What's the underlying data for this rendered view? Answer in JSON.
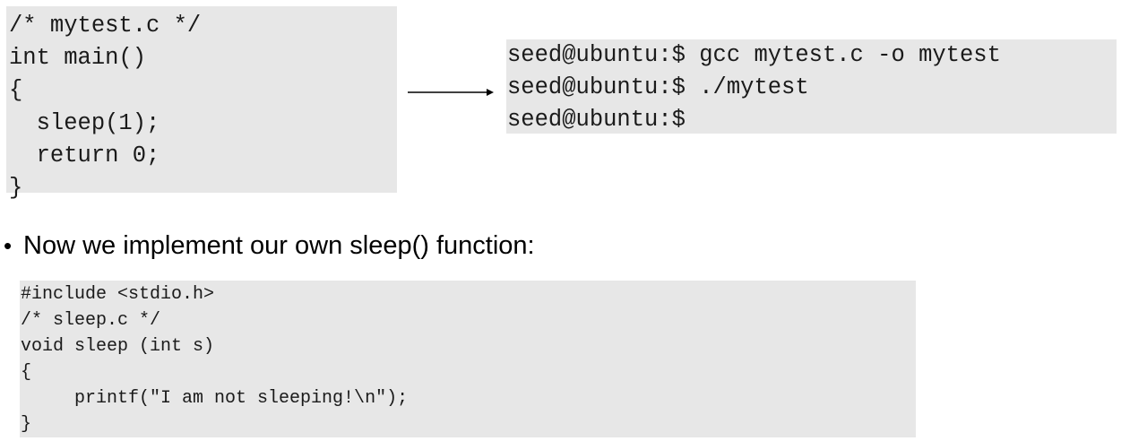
{
  "mytest_code": {
    "lines": [
      "/* mytest.c */",
      "int main()",
      "{",
      "  sleep(1);",
      "  return 0;",
      "}"
    ]
  },
  "terminal": {
    "lines": [
      "seed@ubuntu:$ gcc mytest.c -o mytest",
      "seed@ubuntu:$ ./mytest",
      "seed@ubuntu:$"
    ]
  },
  "bullet": {
    "marker": "•",
    "text": "Now we implement our own sleep() function:"
  },
  "sleep_code": {
    "lines": [
      "#include <stdio.h>",
      "/* sleep.c */",
      "void sleep (int s)",
      "{",
      "     printf(\"I am not sleeping!\\n\");",
      "}"
    ]
  },
  "colors": {
    "code_background": "#e7e7e7",
    "text": "#1a1a1a"
  },
  "icons": {
    "arrow": "right-arrow-icon"
  }
}
